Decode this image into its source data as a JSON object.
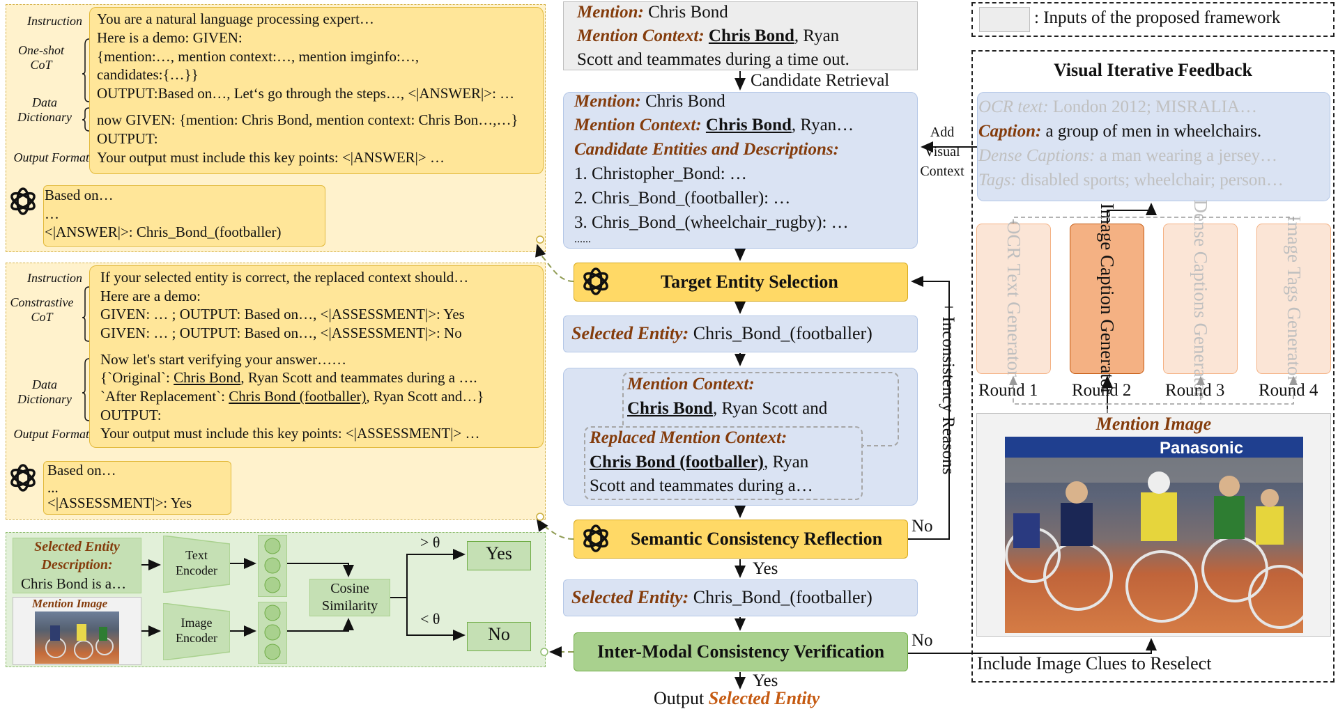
{
  "panel1": {
    "labels": {
      "instruction": "Instruction",
      "oneshot": "One-shot CoT",
      "datadict": "Data Dictionary",
      "outfmt": "Output Format"
    },
    "lines": [
      "You are a natural language processing expert…",
      "Here is a demo: GIVEN:",
      "{mention:…, mention context:…, mention imginfo:…,",
      "candidates:{…}}",
      "OUTPUT:Based on…, Let‘s go through the steps…, <|ANSWER|>: …",
      "now GIVEN: {mention: Chris Bond, mention context: Chris Bon…,…}",
      "OUTPUT:",
      "Your output must include this key points: <|ANSWER|> …"
    ],
    "reply": [
      "Based on…",
      "…",
      "<|ANSWER|>: Chris_Bond_(footballer)"
    ]
  },
  "panel2": {
    "labels": {
      "instruction": "Instruction",
      "contrastive": "Constrastive CoT",
      "datadict": "Data Dictionary",
      "outfmt": "Output Format"
    },
    "lines": [
      "If your selected entity is correct, the replaced context should…",
      "Here are a demo:",
      "GIVEN: … ; OUTPUT: Based on…, <|ASSESSMENT|>: Yes",
      "GIVEN: … ; OUTPUT: Based on…, <|ASSESSMENT|>: No",
      "Now let's start verifying your answer……",
      "OUTPUT:",
      "Your output must include this key points: <|ASSESSMENT|> …"
    ],
    "orig": {
      "pre": "{`Original`: ",
      "u": "Chris Bond",
      "post": ", Ryan Scott and teammates during a …."
    },
    "after": {
      "pre": " `After Replacement`: ",
      "u": "Chris Bond (footballer)",
      "post": ", Ryan Scott and…}"
    },
    "reply": [
      "Based on…",
      "...",
      "<|ASSESSMENT|>: Yes"
    ]
  },
  "panel3": {
    "desc_label": "Selected Entity Description:",
    "desc_text": "Chris Bond is a…",
    "img_label": "Mention Image",
    "text_encoder": "Text Encoder",
    "image_encoder": "Image Encoder",
    "cosine": "Cosine Similarity",
    "gt": "> θ",
    "lt": "< θ",
    "yes": "Yes",
    "no": "No"
  },
  "center": {
    "input": {
      "mention_label": "Mention:",
      "mention": "Chris Bond",
      "context_label": "Mention Context:",
      "context_u": "Chris Bond",
      "context_rest": ", Ryan",
      "context_line2": "Scott and teammates during a time out."
    },
    "candidate_retrieval": "Candidate Retrieval",
    "cand": {
      "mention_label": "Mention:",
      "mention": "Chris Bond",
      "context_label": "Mention Context:",
      "context_u": "Chris Bond",
      "context_rest": ", Ryan…",
      "heading": "Candidate Entities and Descriptions:",
      "items": [
        "1. Christopher_Bond: …",
        "2. Chris_Bond_(footballer): …",
        "3. Chris_Bond_(wheelchair_rugby): …"
      ],
      "more": "......"
    },
    "add_visual_context": [
      "Add",
      "Visual",
      "Context"
    ],
    "target_selection": "Target Entity Selection",
    "selected_label": "Selected Entity:",
    "selected_value": "Chris_Bond_(footballer)",
    "ctx_box": {
      "label": "Mention Context:",
      "u": "Chris Bond",
      "rest": ", Ryan Scott and"
    },
    "rep_box": {
      "label": "Replaced Mention Context:",
      "u": "Chris Bond (footballer)",
      "rest": ", Ryan",
      "line2": "Scott and teammates during a…"
    },
    "inconsistency": "+ Inconsistency Reasons",
    "semantic": "Semantic Consistency Reflection",
    "no": "No",
    "yes": "Yes",
    "selected2_label": "Selected Entity:",
    "selected2_value": "Chris_Bond_(footballer)",
    "intermodal": "Inter-Modal Consistency Verification",
    "no2": "No",
    "yes2": "Yes",
    "output_prefix": "Output",
    "output_entity": "Selected Entity",
    "include_clues": "Include Image Clues to Reselect"
  },
  "legend": {
    "text": ": Inputs of the proposed framework"
  },
  "vif": {
    "title": "Visual Iterative Feedback",
    "ocr_label": "OCR text:",
    "ocr": "London 2012; MISRALIA…",
    "caption_label": "Caption:",
    "caption": "a group of men in wheelchairs.",
    "dense_label": "Dense Captions:",
    "dense": "a man wearing a jersey…",
    "tags_label": "Tags:",
    "tags": "disabled sports; wheelchair; person…",
    "generators": [
      "OCR Text Generator",
      "Image Caption Generator",
      "Dense Captions Generator",
      "Image Tags Generator"
    ],
    "rounds": [
      "Round 1",
      "Round 2",
      "Round 3",
      "Round 4"
    ],
    "mention_image": "Mention Image",
    "photo_text": "Panasonic"
  },
  "colors": {
    "yellow_panel": "#fff2cc",
    "yellow_box": "#ffe699",
    "gold": "#ffd966",
    "blue": "#dae3f3",
    "green_panel": "#e2f0d9",
    "green": "#a9d18e",
    "orange_active": "#f4b183",
    "brown_text": "#843c0c"
  }
}
